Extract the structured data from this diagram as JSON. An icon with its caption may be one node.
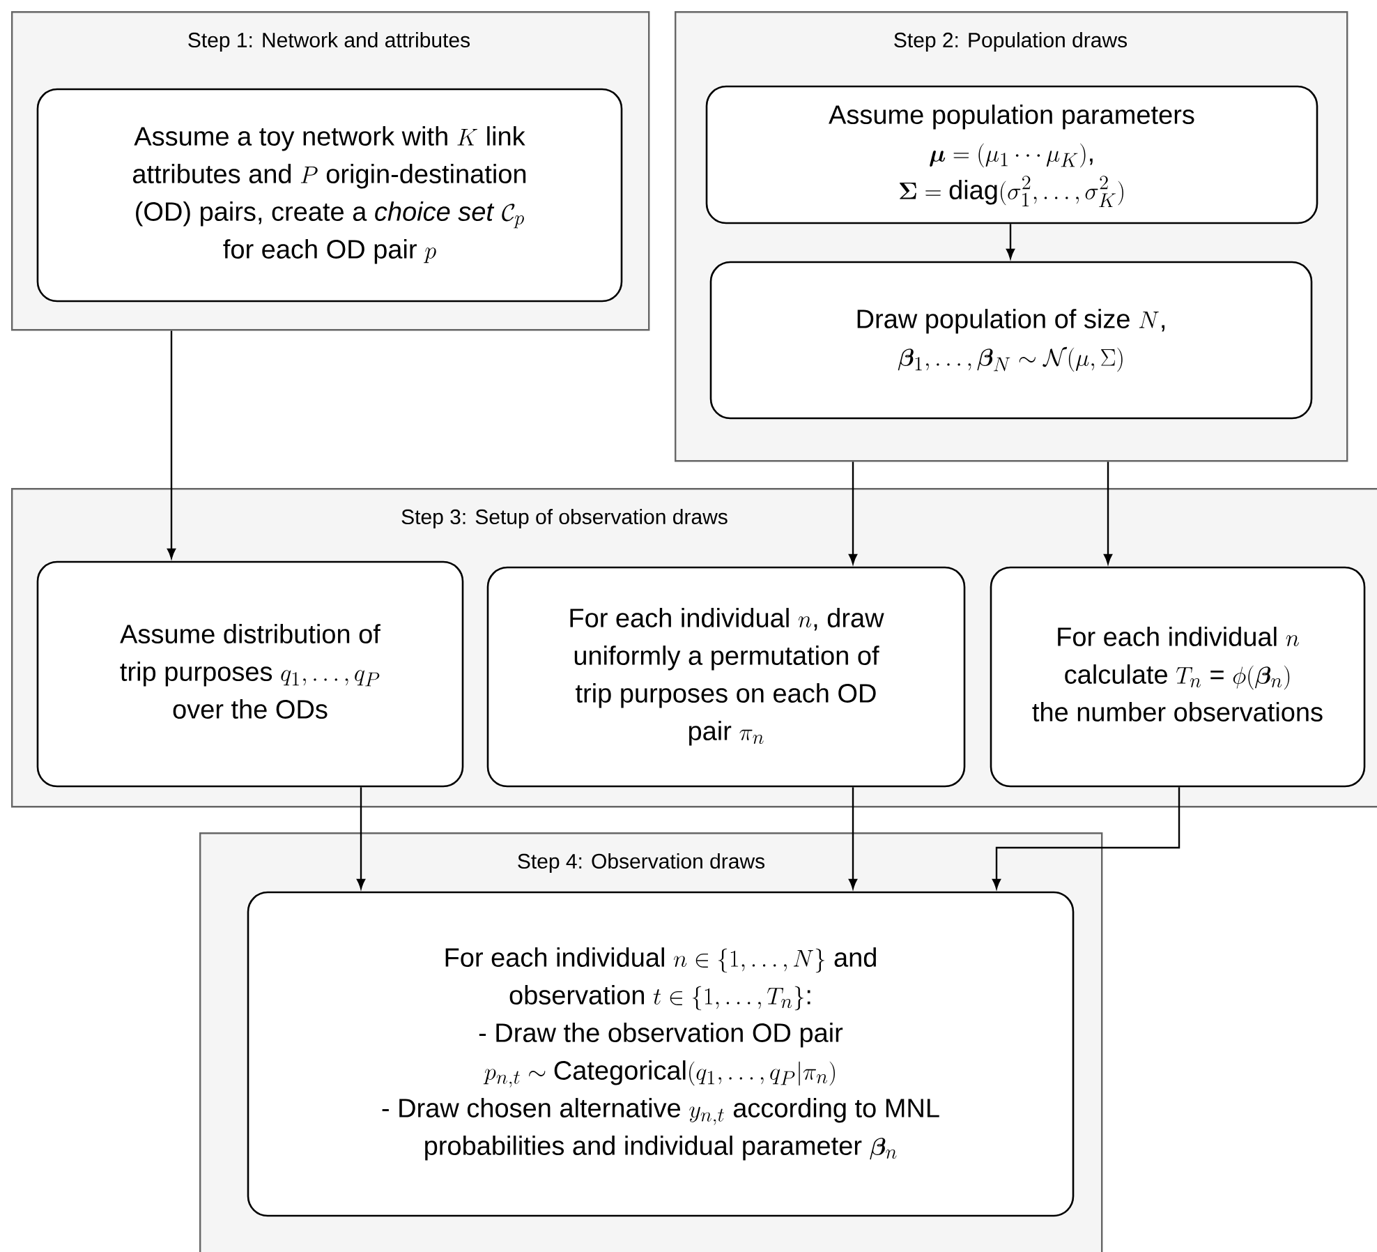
{
  "diagram": {
    "nodes": [
      {
        "text": [
          "Step 1: Network and attributes"
        ]
      },
      {
        "text": [
          "\\begin{gathered}\\text{Assume a toy network with } K \\text{ link}\\\\ \\text{attributes and } P \\text{ origin-destination}\\\\ \\text{(OD) pairs, create a \\textit{choice set} } \\mathcal{C}_p\\\\ \\text{for each OD pair } p\\end{gathered}"
        ],
        "in": 0
      },
      {
        "text": [
          "Step 2: Population draws"
        ]
      },
      {
        "text": [
          "\\begin{gathered}\\text{Assume population parameters}\\\\ \\boldsymbol{\\mu} = (\\mu_1 \\cdots \\mu_K)\\text{,}\\\\ \\boldsymbol{\\Sigma} = \\operatorname{diag}(\\sigma_1^2,\\dots,\\sigma_K^2)\\end{gathered}"
        ],
        "in": 2
      },
      {
        "text": [
          "\\begin{gathered}\\text{Draw population of size } N\\text{,}\\\\ \\boldsymbol{\\beta}_1,\\dots,\\boldsymbol{\\beta}_N \\sim \\mathcal{N}(\\mu,\\Sigma)\\end{gathered}"
        ],
        "in": 2
      },
      {
        "text": [
          "Step 3: Setup of observation draws"
        ]
      },
      {
        "text": [
          "\\begin{gathered}\\text{Assume distribution of}\\\\ \\text{trip purposes } q_1,\\dots,q_P\\\\ \\text{over the ODs}\\end{gathered}"
        ],
        "in": 5
      },
      {
        "text": [
          "\\begin{gathered}\\text{For each individual } n\\text{, draw}\\\\ \\text{uniformly a permutation of}\\\\ \\text{trip purposes on each OD}\\\\ \\text{pair } \\pi_n\\end{gathered}"
        ],
        "in": 5
      },
      {
        "text": [
          "\\begin{gathered}\\text{For each individual } n\\\\ \\text{calculate } T_n \\text{ = } \\phi(\\boldsymbol{\\beta}_n)\\\\ \\text{the number observations}\\end{gathered}"
        ],
        "in": 5
      },
      {
        "text": [
          "Step 4: Observation draws"
        ]
      },
      {
        "text": [
          "\\begin{gathered}\\text{For each individual } n \\in \\{1,\\dots,N\\} \\text{ and}\\\\ \\text{observation } t \\in \\{1,\\dots,T_n\\}\\text{:}\\\\ \\text{- Draw the observation OD pair}\\\\ p_{n,t} \\sim \\mathrm{Categorical}(q_1,\\dots,q_P|\\pi_n)\\\\ \\text{- Draw chosen alternative } y_{n,t} \\text{ according to MNL}\\\\ \\text{probabilities and individual parameter } \\boldsymbol{\\beta}_n\\end{gathered}"
        ],
        "in": 9
      }
    ],
    "edges": [
      {
        "from": 3,
        "to": 4,
        "arrow": "to"
      },
      {
        "from": 0,
        "to": 6,
        "arrow": "to"
      },
      {
        "from": 2,
        "to": 7,
        "arrow": "to"
      },
      {
        "from": 2,
        "to": 8,
        "arrow": "to"
      },
      {
        "from": 6,
        "to": 10,
        "arrow": "to"
      },
      {
        "from": 7,
        "to": 10,
        "arrow": "to"
      },
      {
        "from": 8,
        "to": 10,
        "arrow": "to"
      }
    ]
  }
}
